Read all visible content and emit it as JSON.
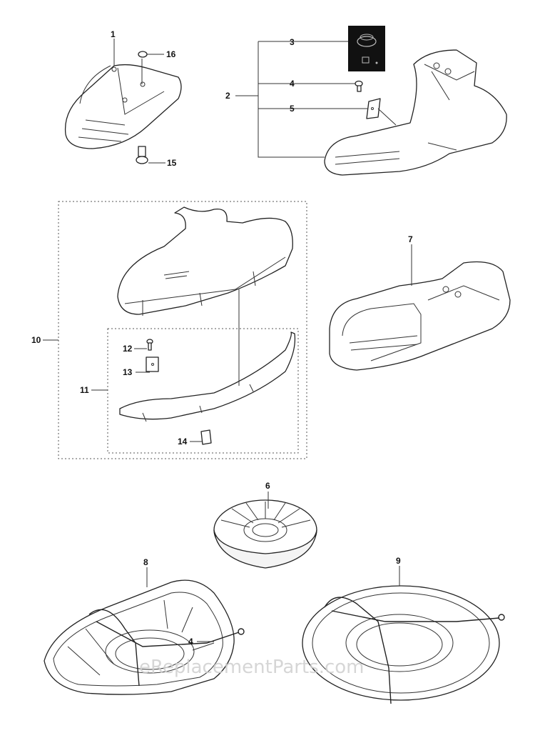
{
  "callouts": {
    "c1": "1",
    "c2": "2",
    "c3": "3",
    "c4a": "4",
    "c4b": "4",
    "c5": "5",
    "c6": "6",
    "c7": "7",
    "c8": "8",
    "c9": "9",
    "c10": "10",
    "c11": "11",
    "c12": "12",
    "c13": "13",
    "c14": "14",
    "c15": "15",
    "c16": "16"
  },
  "watermark": "eReplacementParts.com",
  "colors": {
    "line": "#222222",
    "background": "#ffffff",
    "thumbnail": "#111111"
  }
}
